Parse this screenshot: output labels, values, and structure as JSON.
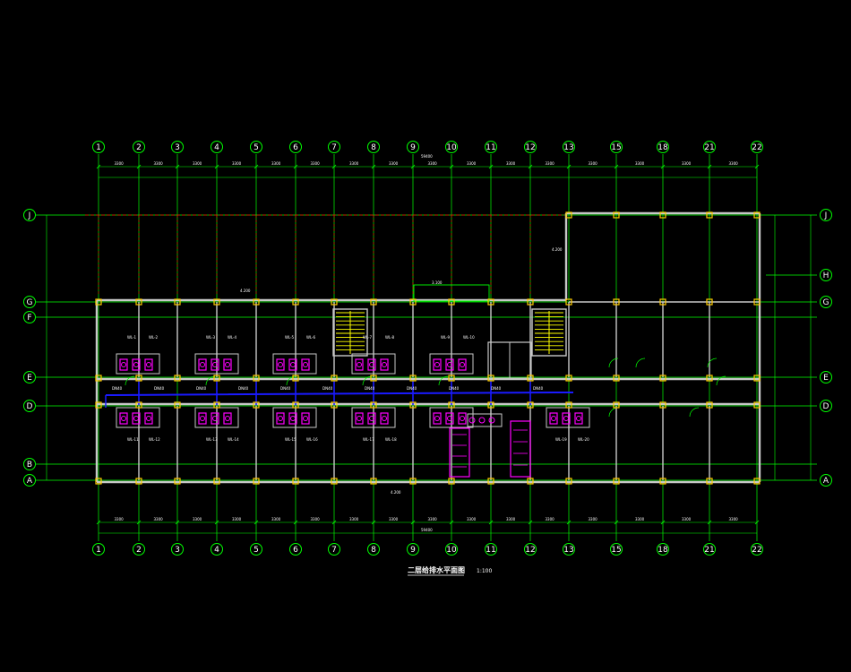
{
  "drawing": {
    "title": "二层给排水平面图",
    "scale": "1:100",
    "colors": {
      "background": "#000000",
      "grid": "#00ff00",
      "wall": "#c8c8c8",
      "column": "#ffcc00",
      "beam_line": "#ff0000",
      "pipe_drain": "#1a1aff",
      "fixture": "#ff00ff",
      "stair": "#ffff00",
      "text": "#ffffff"
    },
    "column_axes": [
      "1",
      "2",
      "3",
      "4",
      "5",
      "6",
      "7",
      "8",
      "9",
      "10",
      "11",
      "12",
      "13",
      "15",
      "18",
      "21",
      "22"
    ],
    "row_axes": [
      "J",
      "H",
      "G",
      "F",
      "E",
      "D",
      "B",
      "A"
    ],
    "top_dims": [
      "3300",
      "3300",
      "3300",
      "3300",
      "3300",
      "3300",
      "3300",
      "3300",
      "3300",
      "3300",
      "3300",
      "3300",
      "3300",
      "3300",
      "3300",
      "3300"
    ],
    "overall_dim": "59400",
    "pipe_labels": [
      "DN40",
      "DN40",
      "DN40",
      "DN40",
      "DN40",
      "DN40",
      "DN40",
      "DN40",
      "DN40",
      "DN40",
      "DN40"
    ],
    "riser_labels": [
      "WL-1",
      "WL-2",
      "WL-3",
      "WL-4",
      "WL-5",
      "WL-6",
      "WL-7",
      "WL-8",
      "WL-9",
      "WL-10",
      "WL-11",
      "WL-12",
      "WL-13",
      "WL-14",
      "WL-15",
      "WL-16",
      "WL-17",
      "WL-18",
      "WL-19",
      "WL-20"
    ],
    "elevation_labels": [
      "4.200",
      "3.100"
    ]
  }
}
